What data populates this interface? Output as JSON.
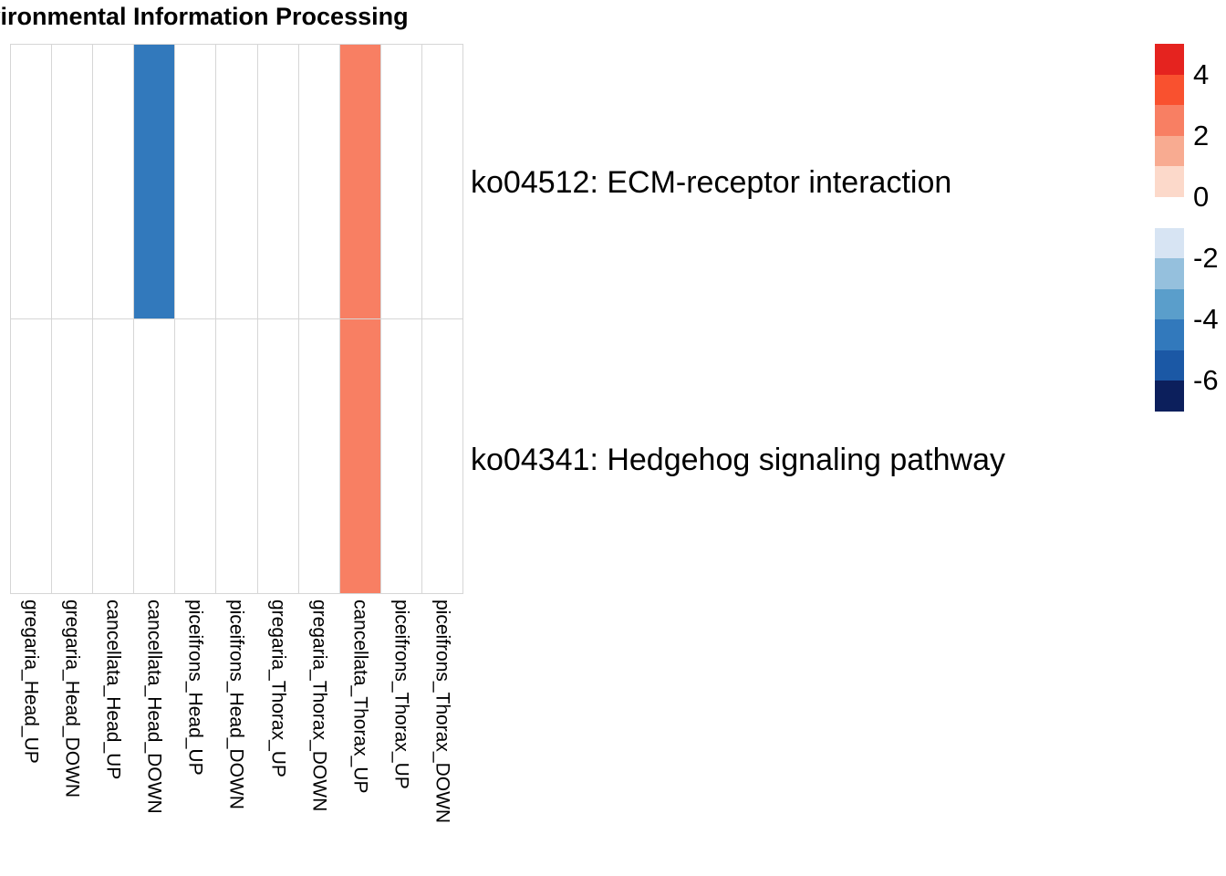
{
  "chart_data": {
    "type": "heatmap",
    "title": "ment: Environmental Information Processing",
    "title_note": "title is clipped at the left edge of the screenshot",
    "xlabel": "",
    "ylabel": "",
    "categories": [
      "gregaria_Head_UP",
      "gregaria_Head_DOWN",
      "cancellata_Head_UP",
      "cancellata_Head_DOWN",
      "piceifrons_Head_UP",
      "piceifrons_Head_DOWN",
      "gregaria_Thorax_UP",
      "gregaria_Thorax_DOWN",
      "cancellata_Thorax_UP",
      "piceifrons_Thorax_UP",
      "piceifrons_Thorax_DOWN"
    ],
    "rows": [
      "ko04512: ECM-receptor interaction",
      "ko04341: Hedgehog signaling pathway"
    ],
    "values": [
      [
        0,
        0,
        0,
        -3.5,
        0,
        0,
        0,
        0,
        2.6,
        0,
        0
      ],
      [
        0,
        0,
        0,
        0,
        0,
        0,
        0,
        0,
        2.6,
        0,
        0
      ]
    ],
    "cell_colors": [
      [
        "#ffffff",
        "#ffffff",
        "#ffffff",
        "#3279bc",
        "#ffffff",
        "#ffffff",
        "#ffffff",
        "#ffffff",
        "#f87f63",
        "#ffffff",
        "#ffffff"
      ],
      [
        "#ffffff",
        "#ffffff",
        "#ffffff",
        "#ffffff",
        "#ffffff",
        "#ffffff",
        "#ffffff",
        "#ffffff",
        "#f87f63",
        "#ffffff",
        "#ffffff"
      ]
    ],
    "grid": true,
    "grid_color": "#d6d6d6",
    "legend_position": "right",
    "colorbar": {
      "ticks": [
        "4",
        "2",
        "0",
        "-2",
        "-4",
        "-6"
      ],
      "tick_values": [
        4,
        2,
        0,
        -2,
        -4,
        -6
      ],
      "range": [
        -7,
        5
      ],
      "bands": [
        {
          "color": "#e5231f",
          "label": "5"
        },
        {
          "color": "#f9512f",
          "label": "4"
        },
        {
          "color": "#f87f63",
          "label": "3"
        },
        {
          "color": "#f8ab91",
          "label": "2"
        },
        {
          "color": "#fcd9ca",
          "label": "1"
        },
        {
          "color": "#ffffff",
          "label": "0"
        },
        {
          "color": "#d7e4f3",
          "label": "-1"
        },
        {
          "color": "#95c0dd",
          "label": "-2"
        },
        {
          "color": "#5a9ecb",
          "label": "-3"
        },
        {
          "color": "#3279bc",
          "label": "-4"
        },
        {
          "color": "#1b58a5",
          "label": "-5"
        },
        {
          "color": "#0c1f5c",
          "label": "-6"
        }
      ]
    }
  }
}
